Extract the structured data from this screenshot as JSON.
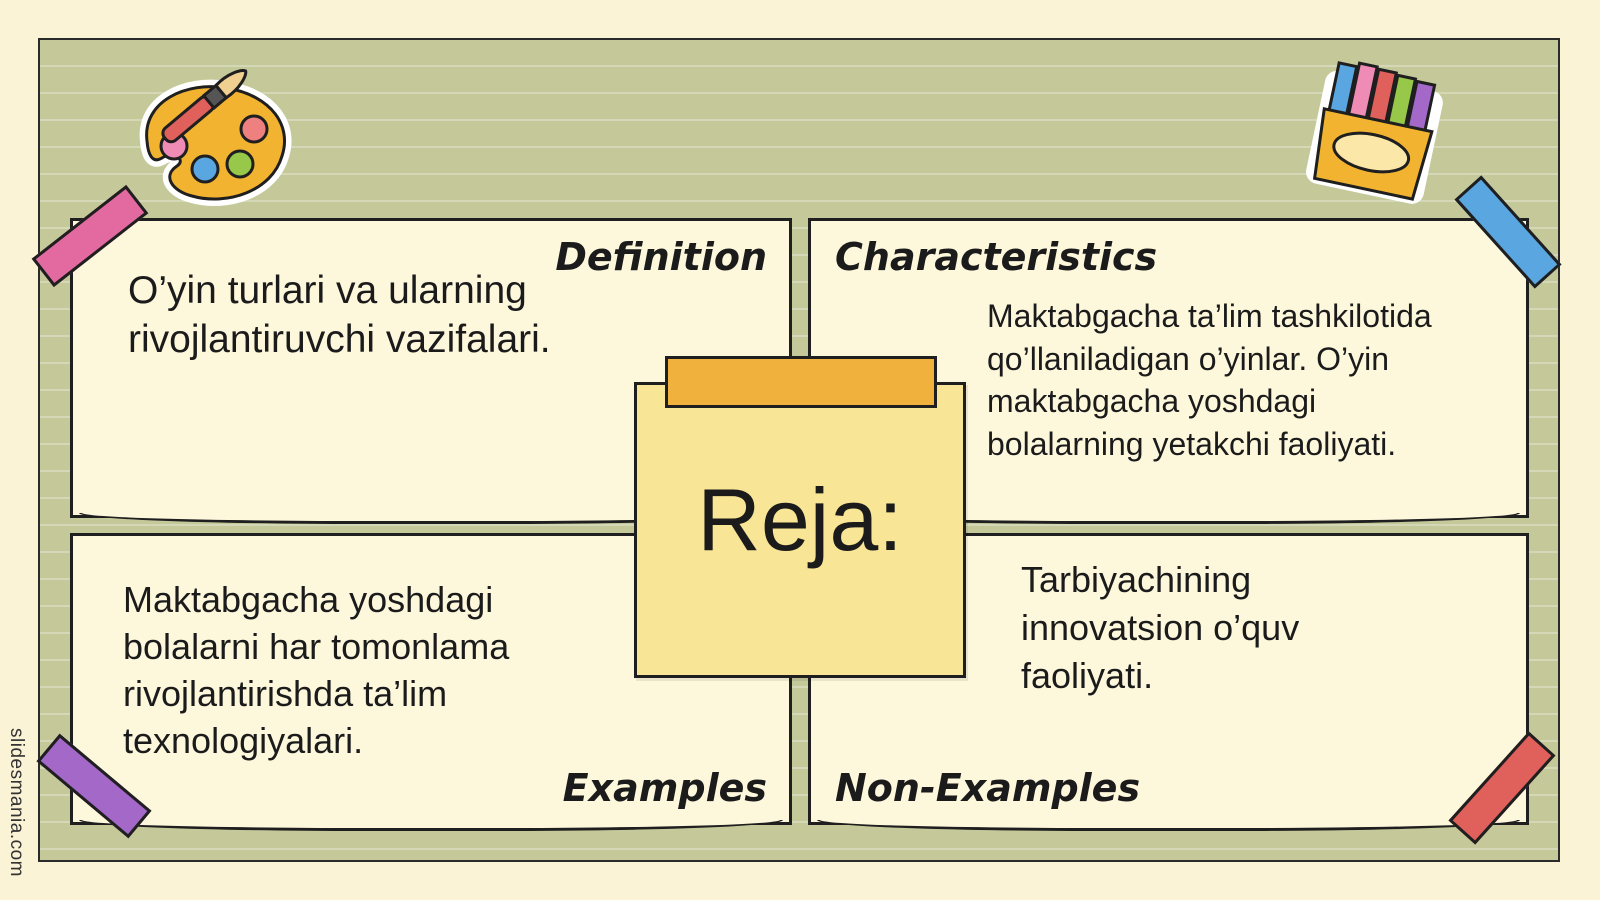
{
  "colors": {
    "board": "#c5c99a",
    "card": "#fdf7dc",
    "note": "#f8e595",
    "tape_orange": "#f0b23c",
    "tape_pink": "#e36aa0",
    "tape_blue": "#5aa6e0",
    "tape_purple": "#a368c8",
    "tape_red": "#e0605c"
  },
  "center": {
    "title": "Reja:"
  },
  "definition": {
    "label": "Definition",
    "lines": [
      "O’yin turlari va ularning",
      "rivojlantiruvchi vazifalari."
    ]
  },
  "characteristics": {
    "label": "Characteristics",
    "lines": [
      "Maktabgacha ta’lim tashkilotida",
      "qo’llaniladigan o’yinlar. O’yin",
      "maktabgacha yoshdagi",
      "bolalarning yetakchi faoliyati."
    ]
  },
  "examples": {
    "label": "Examples",
    "lines": [
      "Maktabgacha  yoshdagi",
      "bolalarni  har  tomonlama",
      "rivojlantirishda ta’lim",
      "texnologiyalari."
    ]
  },
  "non_examples": {
    "label": "Non-Examples",
    "lines": [
      "Tarbiyachining",
      "innovatsion o’quv",
      "faoliyati."
    ]
  },
  "watermark": "slidesmania.com",
  "icons": [
    "paint-palette-icon",
    "crayon-box-icon"
  ]
}
